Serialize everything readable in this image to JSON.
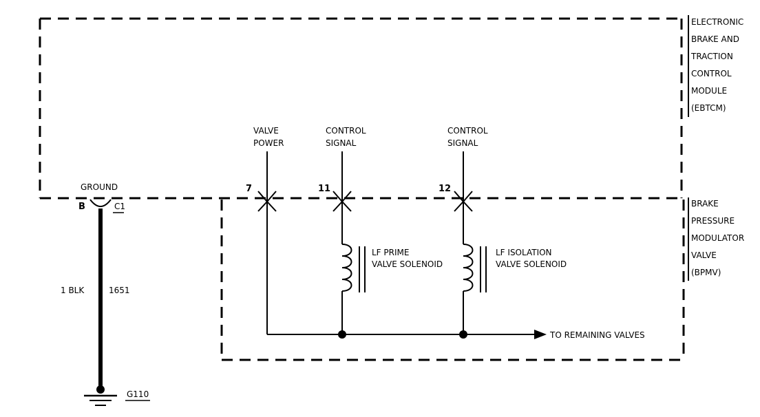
{
  "ebtcm": {
    "label_lines": [
      "ELECTRONIC",
      "BRAKE AND",
      "TRACTION",
      "CONTROL",
      "MODULE",
      "(EBTCM)"
    ]
  },
  "bpmv": {
    "label_lines": [
      "BRAKE",
      "PRESSURE",
      "MODULATOR",
      "VALVE",
      "(BPMV)"
    ]
  },
  "ground": {
    "label": "GROUND",
    "pin": "B",
    "connector": "C1",
    "wire_size_color": "1 BLK",
    "circuit": "1651",
    "ground_id": "G110"
  },
  "terminals": [
    {
      "name_lines": [
        "VALVE",
        "POWER"
      ],
      "pin": "7"
    },
    {
      "name_lines": [
        "CONTROL",
        "SIGNAL"
      ],
      "pin": "11"
    },
    {
      "name_lines": [
        "CONTROL",
        "SIGNAL"
      ],
      "pin": "12"
    }
  ],
  "solenoids": [
    {
      "name_lines": [
        "LF PRIME",
        "VALVE SOLENOID"
      ]
    },
    {
      "name_lines": [
        "LF ISOLATION",
        "VALVE SOLENOID"
      ]
    }
  ],
  "remaining": {
    "label": "TO REMAINING VALVES"
  }
}
